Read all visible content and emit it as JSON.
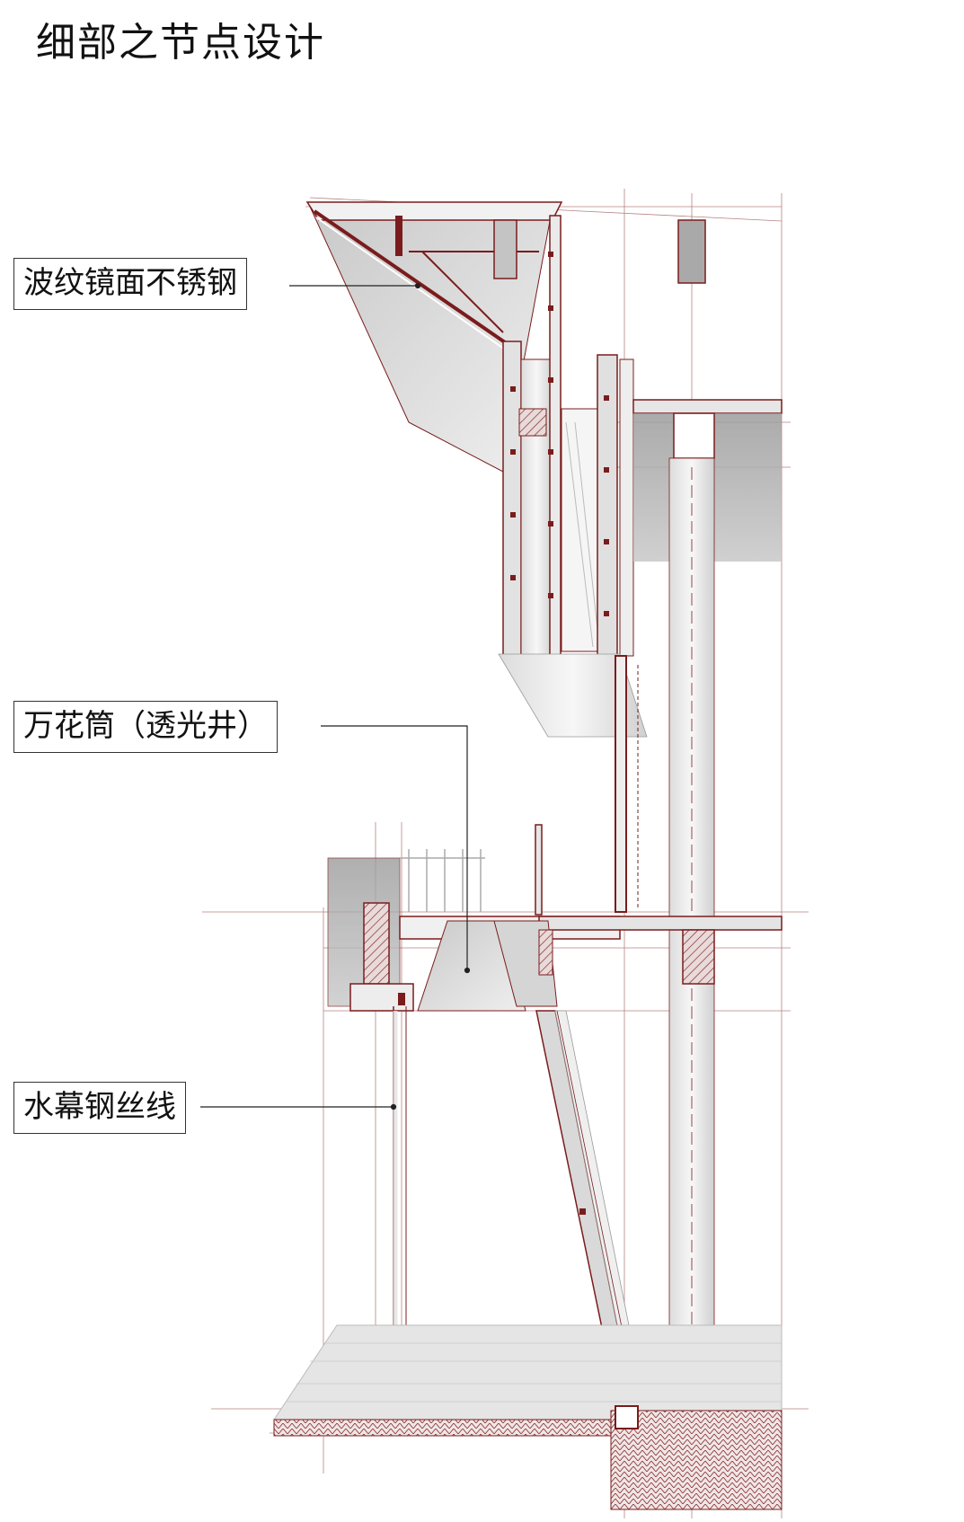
{
  "page": {
    "title": "细部之节点设计"
  },
  "callouts": [
    {
      "label": "波纹镜面不锈钢"
    },
    {
      "label": "万花筒（透光井）"
    },
    {
      "label": "水幕钢丝线"
    }
  ],
  "colors": {
    "line": "#7a1c1c",
    "grey_fill": "#d2d2d2",
    "dark_grey": "#a8a8a8",
    "hatch": "#8a2a2a",
    "text": "#111111"
  }
}
